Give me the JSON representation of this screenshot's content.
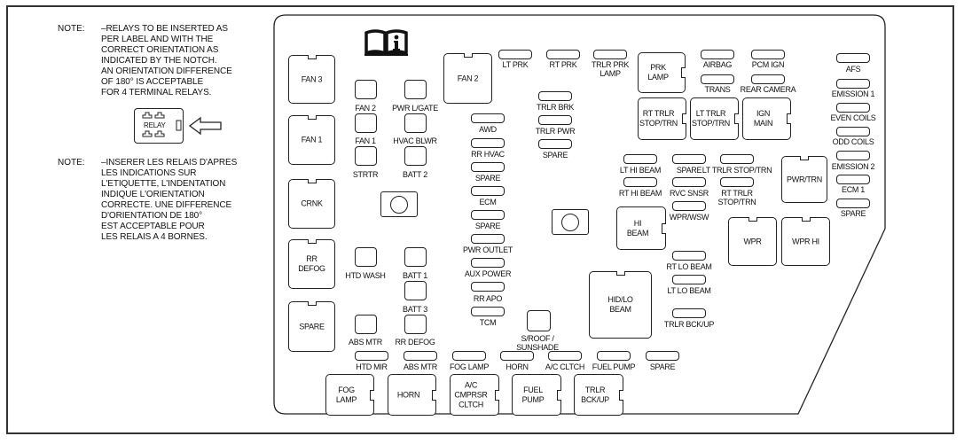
{
  "notes": {
    "english": {
      "label": "NOTE:",
      "lines": [
        "–RELAYS TO BE INSERTED AS",
        "PER LABEL AND WITH THE",
        "CORRECT ORIENTATION AS",
        "INDICATED BY THE NOTCH.",
        "AN ORIENTATION DIFFERENCE",
        "OF 180° IS ACCEPTABLE",
        "FOR 4 TERMINAL RELAYS."
      ]
    },
    "french": {
      "label": "NOTE:",
      "lines": [
        "–INSERER LES RELAIS D'APRES",
        "LES INDICATIONS SUR",
        "L'ETIQUETTE, L'INDENTATION",
        "INDIQUE L'ORIENTATION",
        "CORRECTE. UNE DIFFERENCE",
        "D'ORIENTATION DE 180°",
        "EST ACCEPTABLE POUR",
        "LES RELAIS A 4 BORNES."
      ]
    },
    "relay_example_label": "RELAY",
    "icons": [
      "relay-diagram-icon",
      "arrow-left-icon",
      "owners-manual-info-icon"
    ]
  },
  "relays": [
    {
      "id": "fan3",
      "text": [
        "FAN 3"
      ],
      "notch": "top"
    },
    {
      "id": "fan1",
      "text": [
        "FAN 1"
      ],
      "notch": "top"
    },
    {
      "id": "crnk",
      "text": [
        "CRNK"
      ],
      "notch": "top"
    },
    {
      "id": "rr-defog",
      "text": [
        "RR",
        "DEFOG"
      ],
      "notch": "top"
    },
    {
      "id": "spare-left",
      "text": [
        "SPARE"
      ],
      "notch": "top"
    },
    {
      "id": "fan2",
      "text": [
        "FAN 2"
      ],
      "notch": "top"
    },
    {
      "id": "prk-lamp",
      "text": [
        "PRK",
        "LAMP"
      ],
      "notch": "right"
    },
    {
      "id": "rt-trlr-stop",
      "text": [
        "RT TRLR",
        "STOP/TRN"
      ],
      "notch": "right"
    },
    {
      "id": "lt-trlr-stop",
      "text": [
        "LT TRLR",
        "STOP/TRN"
      ],
      "notch": "right"
    },
    {
      "id": "ign-main",
      "text": [
        "IGN",
        "MAIN"
      ],
      "notch": "right"
    },
    {
      "id": "pwr-trn",
      "text": [
        "PWR/TRN"
      ],
      "notch": "top"
    },
    {
      "id": "hi-beam",
      "text": [
        "HI",
        "BEAM"
      ],
      "notch": "right"
    },
    {
      "id": "wpr",
      "text": [
        "WPR"
      ],
      "notch": "top"
    },
    {
      "id": "wpr-hi",
      "text": [
        "WPR HI"
      ],
      "notch": "top"
    },
    {
      "id": "hid-lo-beam",
      "text": [
        "HID/LO",
        "BEAM"
      ],
      "notch": "top"
    },
    {
      "id": "fog-lamp",
      "text": [
        "FOG",
        "LAMP"
      ],
      "notch": "right"
    },
    {
      "id": "horn",
      "text": [
        "HORN"
      ],
      "notch": "right"
    },
    {
      "id": "ac-cmprsr",
      "text": [
        "A/C CMPRSR",
        "CLTCH"
      ],
      "notch": "right"
    },
    {
      "id": "fuel-pump",
      "text": [
        "FUEL",
        "PUMP"
      ],
      "notch": "right"
    },
    {
      "id": "trlr-bckup",
      "text": [
        "TRLR",
        "BCK/UP"
      ],
      "notch": "right"
    }
  ],
  "mini_fuses": [
    {
      "id": "fan2-mini",
      "label": "FAN 2"
    },
    {
      "id": "pwr-lgate",
      "label": "PWR L/GATE"
    },
    {
      "id": "fan1-mini",
      "label": "FAN 1"
    },
    {
      "id": "hvac-blwr",
      "label": "HVAC BLWR"
    },
    {
      "id": "strtr",
      "label": "STRTR"
    },
    {
      "id": "batt2",
      "label": "BATT 2"
    },
    {
      "id": "htd-wash",
      "label": "HTD WASH"
    },
    {
      "id": "batt1",
      "label": "BATT 1"
    },
    {
      "id": "batt3",
      "label": "BATT 3"
    },
    {
      "id": "abs-mtr-mini",
      "label": "ABS MTR"
    },
    {
      "id": "rr-defog-mini",
      "label": "RR DEFOG"
    },
    {
      "id": "sroof",
      "label": "S/ROOF /\nSUNSHADE"
    }
  ],
  "fuses": [
    {
      "id": "lt-prk",
      "label": "LT PRK"
    },
    {
      "id": "rt-prk",
      "label": "RT PRK"
    },
    {
      "id": "trlr-prk-lamp",
      "label": "TRLR PRK\nLAMP"
    },
    {
      "id": "airbag",
      "label": "AIRBAG"
    },
    {
      "id": "pcm-ign",
      "label": "PCM IGN"
    },
    {
      "id": "trans",
      "label": "TRANS"
    },
    {
      "id": "rear-camera",
      "label": "REAR CAMERA"
    },
    {
      "id": "afs",
      "label": "AFS"
    },
    {
      "id": "emission1",
      "label": "EMISSION 1"
    },
    {
      "id": "even-coils",
      "label": "EVEN COILS"
    },
    {
      "id": "odd-coils",
      "label": "ODD COILS"
    },
    {
      "id": "emission2",
      "label": "EMISSION 2"
    },
    {
      "id": "ecm1",
      "label": "ECM 1"
    },
    {
      "id": "spare-right",
      "label": "SPARE"
    },
    {
      "id": "trlr-brk",
      "label": "TRLR BRK"
    },
    {
      "id": "trlr-pwr",
      "label": "TRLR PWR"
    },
    {
      "id": "spare-mid",
      "label": "SPARE"
    },
    {
      "id": "awd",
      "label": "AWD"
    },
    {
      "id": "rr-hvac",
      "label": "RR HVAC"
    },
    {
      "id": "spare-col1",
      "label": "SPARE"
    },
    {
      "id": "ecm",
      "label": "ECM"
    },
    {
      "id": "spare-col2",
      "label": "SPARE"
    },
    {
      "id": "pwr-outlet",
      "label": "PWR OUTLET"
    },
    {
      "id": "aux-power",
      "label": "AUX POWER"
    },
    {
      "id": "rr-apo",
      "label": "RR APO"
    },
    {
      "id": "tcm",
      "label": "TCM"
    },
    {
      "id": "lt-hi-beam",
      "label": "LT HI BEAM"
    },
    {
      "id": "rt-hi-beam",
      "label": "RT HI BEAM"
    },
    {
      "id": "spare-hi",
      "label": "SPARE"
    },
    {
      "id": "rvc-snsr",
      "label": "RVC SNSR"
    },
    {
      "id": "wpr-wsw",
      "label": "WPR/WSW"
    },
    {
      "id": "lt-trlr-stop-fuse",
      "label": "LT TRLR STOP/TRN"
    },
    {
      "id": "rt-trlr-stop-fuse",
      "label": "RT TRLR\nSTOP/TRN"
    },
    {
      "id": "rt-lo-beam",
      "label": "RT LO BEAM"
    },
    {
      "id": "lt-lo-beam",
      "label": "LT LO BEAM"
    },
    {
      "id": "trlr-bckup-fuse",
      "label": "TRLR BCK/UP"
    },
    {
      "id": "htd-mir",
      "label": "HTD MIR"
    },
    {
      "id": "abs-mtr",
      "label": "ABS MTR"
    },
    {
      "id": "fog-lamp-fuse",
      "label": "FOG LAMP"
    },
    {
      "id": "horn-fuse",
      "label": "HORN"
    },
    {
      "id": "ac-cltch",
      "label": "A/C CLTCH"
    },
    {
      "id": "fuel-pump-fuse",
      "label": "FUEL PUMP"
    },
    {
      "id": "spare-bottom",
      "label": "SPARE"
    }
  ]
}
